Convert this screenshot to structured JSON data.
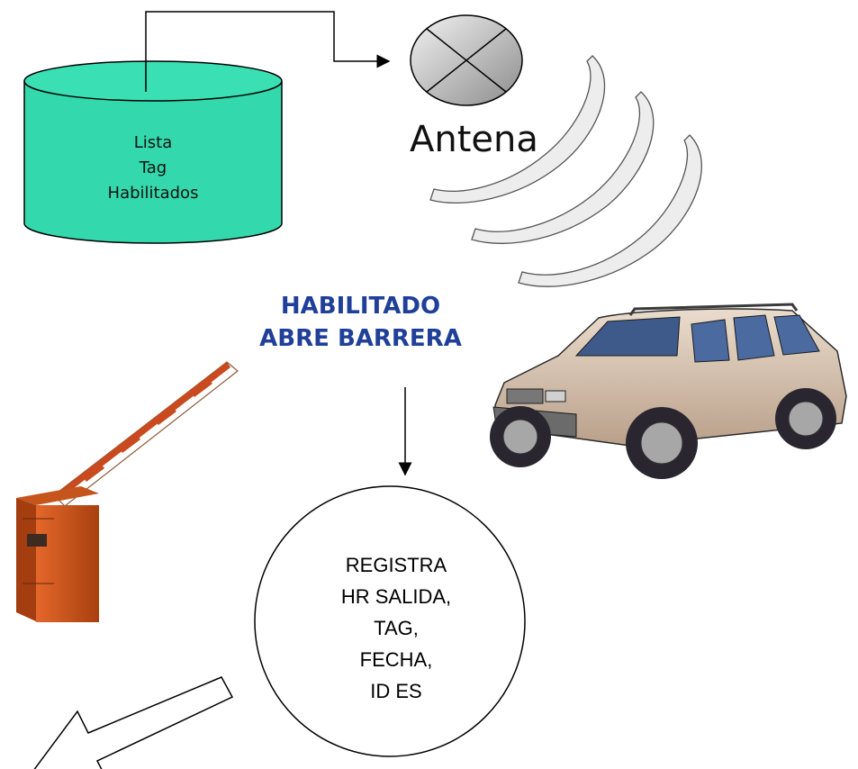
{
  "database": {
    "lines": [
      "Lista",
      "Tag",
      "Habilitados"
    ],
    "fill": "#33d9ad"
  },
  "antenna": {
    "label": "Antena",
    "icon": "antenna-icon"
  },
  "status": {
    "lines": [
      "HABILITADO",
      "ABRE BARRERA"
    ],
    "color": "#1f3f99"
  },
  "record": {
    "lines": [
      "REGISTRA",
      "HR SALIDA,",
      "TAG,",
      "FECHA,",
      "ID ES"
    ]
  },
  "images": {
    "vehicle": "suv-icon",
    "barrier": "barrier-gate-icon",
    "waves": "signal-waves-icon"
  }
}
